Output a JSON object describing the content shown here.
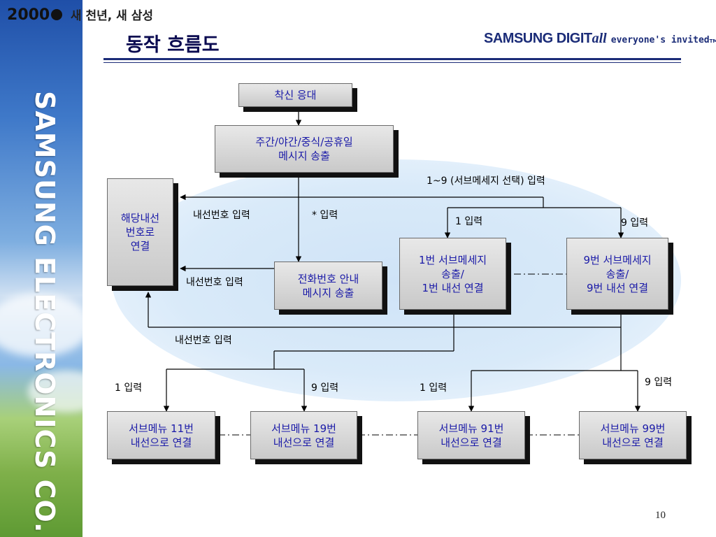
{
  "header": {
    "logo_year": "2",
    "logo_digits": "000",
    "slogan": "새 천년, 새 삼성",
    "title": "동작 흐름도",
    "brand_name": "SAMSUNG DIGIT",
    "brand_suffix": "all",
    "brand_tagline": "everyone's invited",
    "brand_tm": "TM"
  },
  "sidebar": {
    "text": "SAMSUNG ELECTRONICS CO."
  },
  "flow": {
    "boxes": {
      "answer": "착신 응대",
      "message": "주간/야간/중식/공휴일\n메시지 송출",
      "connect": "해당내선\n번호로\n연결",
      "phone_guide": "전화번호 안내\n메시지 송출",
      "sub1": "1번 서브메세지\n송출/\n1번 내선 연결",
      "sub9": "9번 서브메세지\n송출/\n9번 내선 연결",
      "menu11": "서브메뉴 11번\n내선으로 연결",
      "menu19": "서브메뉴 19번\n내선으로 연결",
      "menu91": "서브메뉴 91번\n내선으로 연결",
      "menu99": "서브메뉴 99번\n내선으로 연결"
    },
    "labels": {
      "submenu_select": "1~9 (서브메세지 선택) 입력",
      "ext_input_top": "내선번호 입력",
      "star_input": "* 입력",
      "input_1": "1 입력",
      "input_9": "9 입력",
      "ext_input_mid": "내선번호 입력",
      "ext_input_low": "내선번호 입력",
      "input_1_left": "1 입력",
      "input_9_left": "9 입력",
      "input_1_right": "1 입력",
      "input_9_right": "9 입력"
    }
  },
  "page_number": "10",
  "colors": {
    "box_text": "#1a1aa8",
    "title": "#0a0a50",
    "rule": "#1b2c78"
  }
}
